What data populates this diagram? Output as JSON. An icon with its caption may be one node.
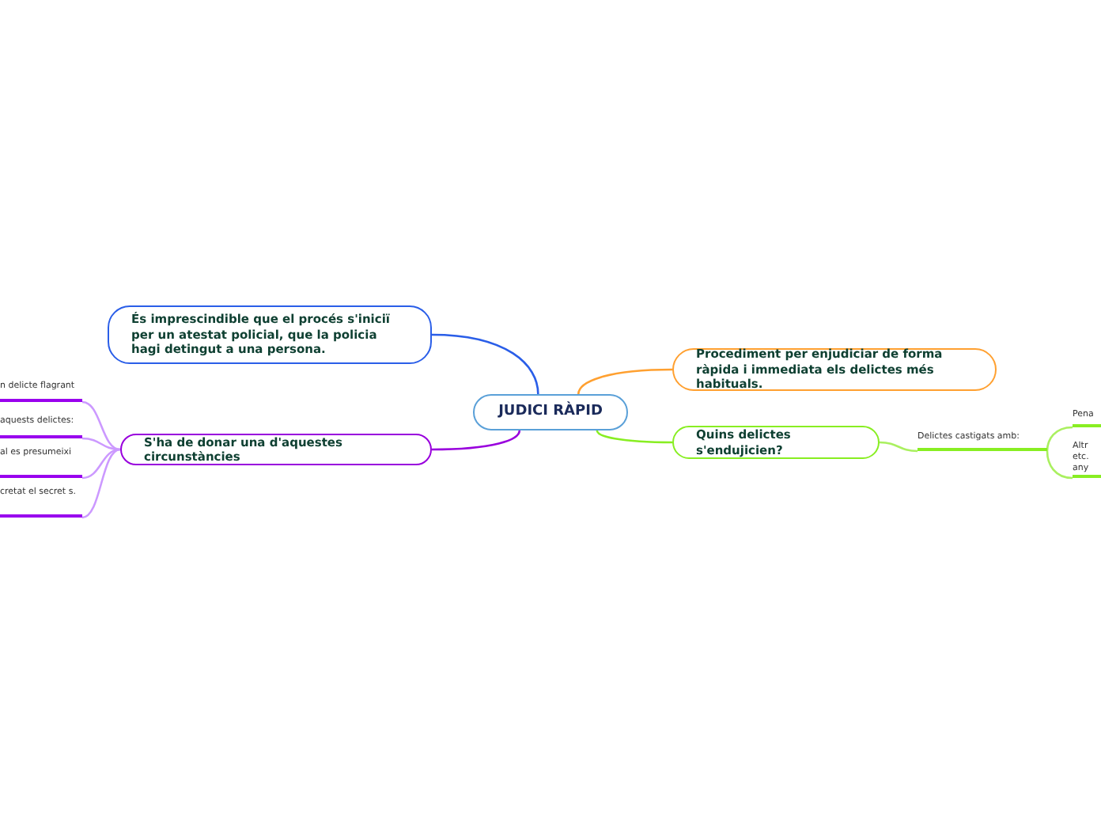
{
  "diagram": {
    "nodes": [
      {
        "text": [
          "JUDICI RÀPID"
        ]
      },
      {
        "text": [
          "És imprescindible que el procés s'iniciï per un atestat policial, que la policia hagi detingut a una persona."
        ]
      },
      {
        "text": [
          "S'ha de donar una d'aquestes circunstàncies"
        ]
      },
      {
        "text": [
          "Procediment per enjudiciar de forma ràpida i immediata els delictes més habituals."
        ]
      },
      {
        "text": [
          "Quins delictes s'endujicien?"
        ]
      },
      {
        "text": [
          "Delictes castigats amb:"
        ]
      },
      {
        "text": [
          "Pena"
        ]
      },
      {
        "text": [
          "Altr etc. any"
        ]
      },
      {
        "text": [
          "n delicte flagrant"
        ]
      },
      {
        "text": [
          "aquests delictes:"
        ]
      },
      {
        "text": [
          "al es presumeixi"
        ]
      },
      {
        "text": [
          "cretat el secret s."
        ]
      }
    ],
    "edges": [
      {
        "from": 0,
        "to": 1,
        "arrow": "none",
        "color": "#2a5ee8"
      },
      {
        "from": 0,
        "to": 2,
        "arrow": "none",
        "color": "#9900dd"
      },
      {
        "from": 0,
        "to": 3,
        "arrow": "none",
        "color": "#ffa030"
      },
      {
        "from": 0,
        "to": 4,
        "arrow": "none",
        "color": "#88ee22"
      },
      {
        "from": 4,
        "to": 5,
        "arrow": "none",
        "color": "#aaf060"
      },
      {
        "from": 5,
        "to": 6,
        "arrow": "none",
        "color": "#aaf060"
      },
      {
        "from": 5,
        "to": 7,
        "arrow": "none",
        "color": "#aaf060"
      },
      {
        "from": 2,
        "to": 8,
        "arrow": "none",
        "color": "#cc99ff"
      },
      {
        "from": 2,
        "to": 9,
        "arrow": "none",
        "color": "#cc99ff"
      },
      {
        "from": 2,
        "to": 10,
        "arrow": "none",
        "color": "#cc99ff"
      },
      {
        "from": 2,
        "to": 11,
        "arrow": "none",
        "color": "#cc99ff"
      }
    ]
  }
}
